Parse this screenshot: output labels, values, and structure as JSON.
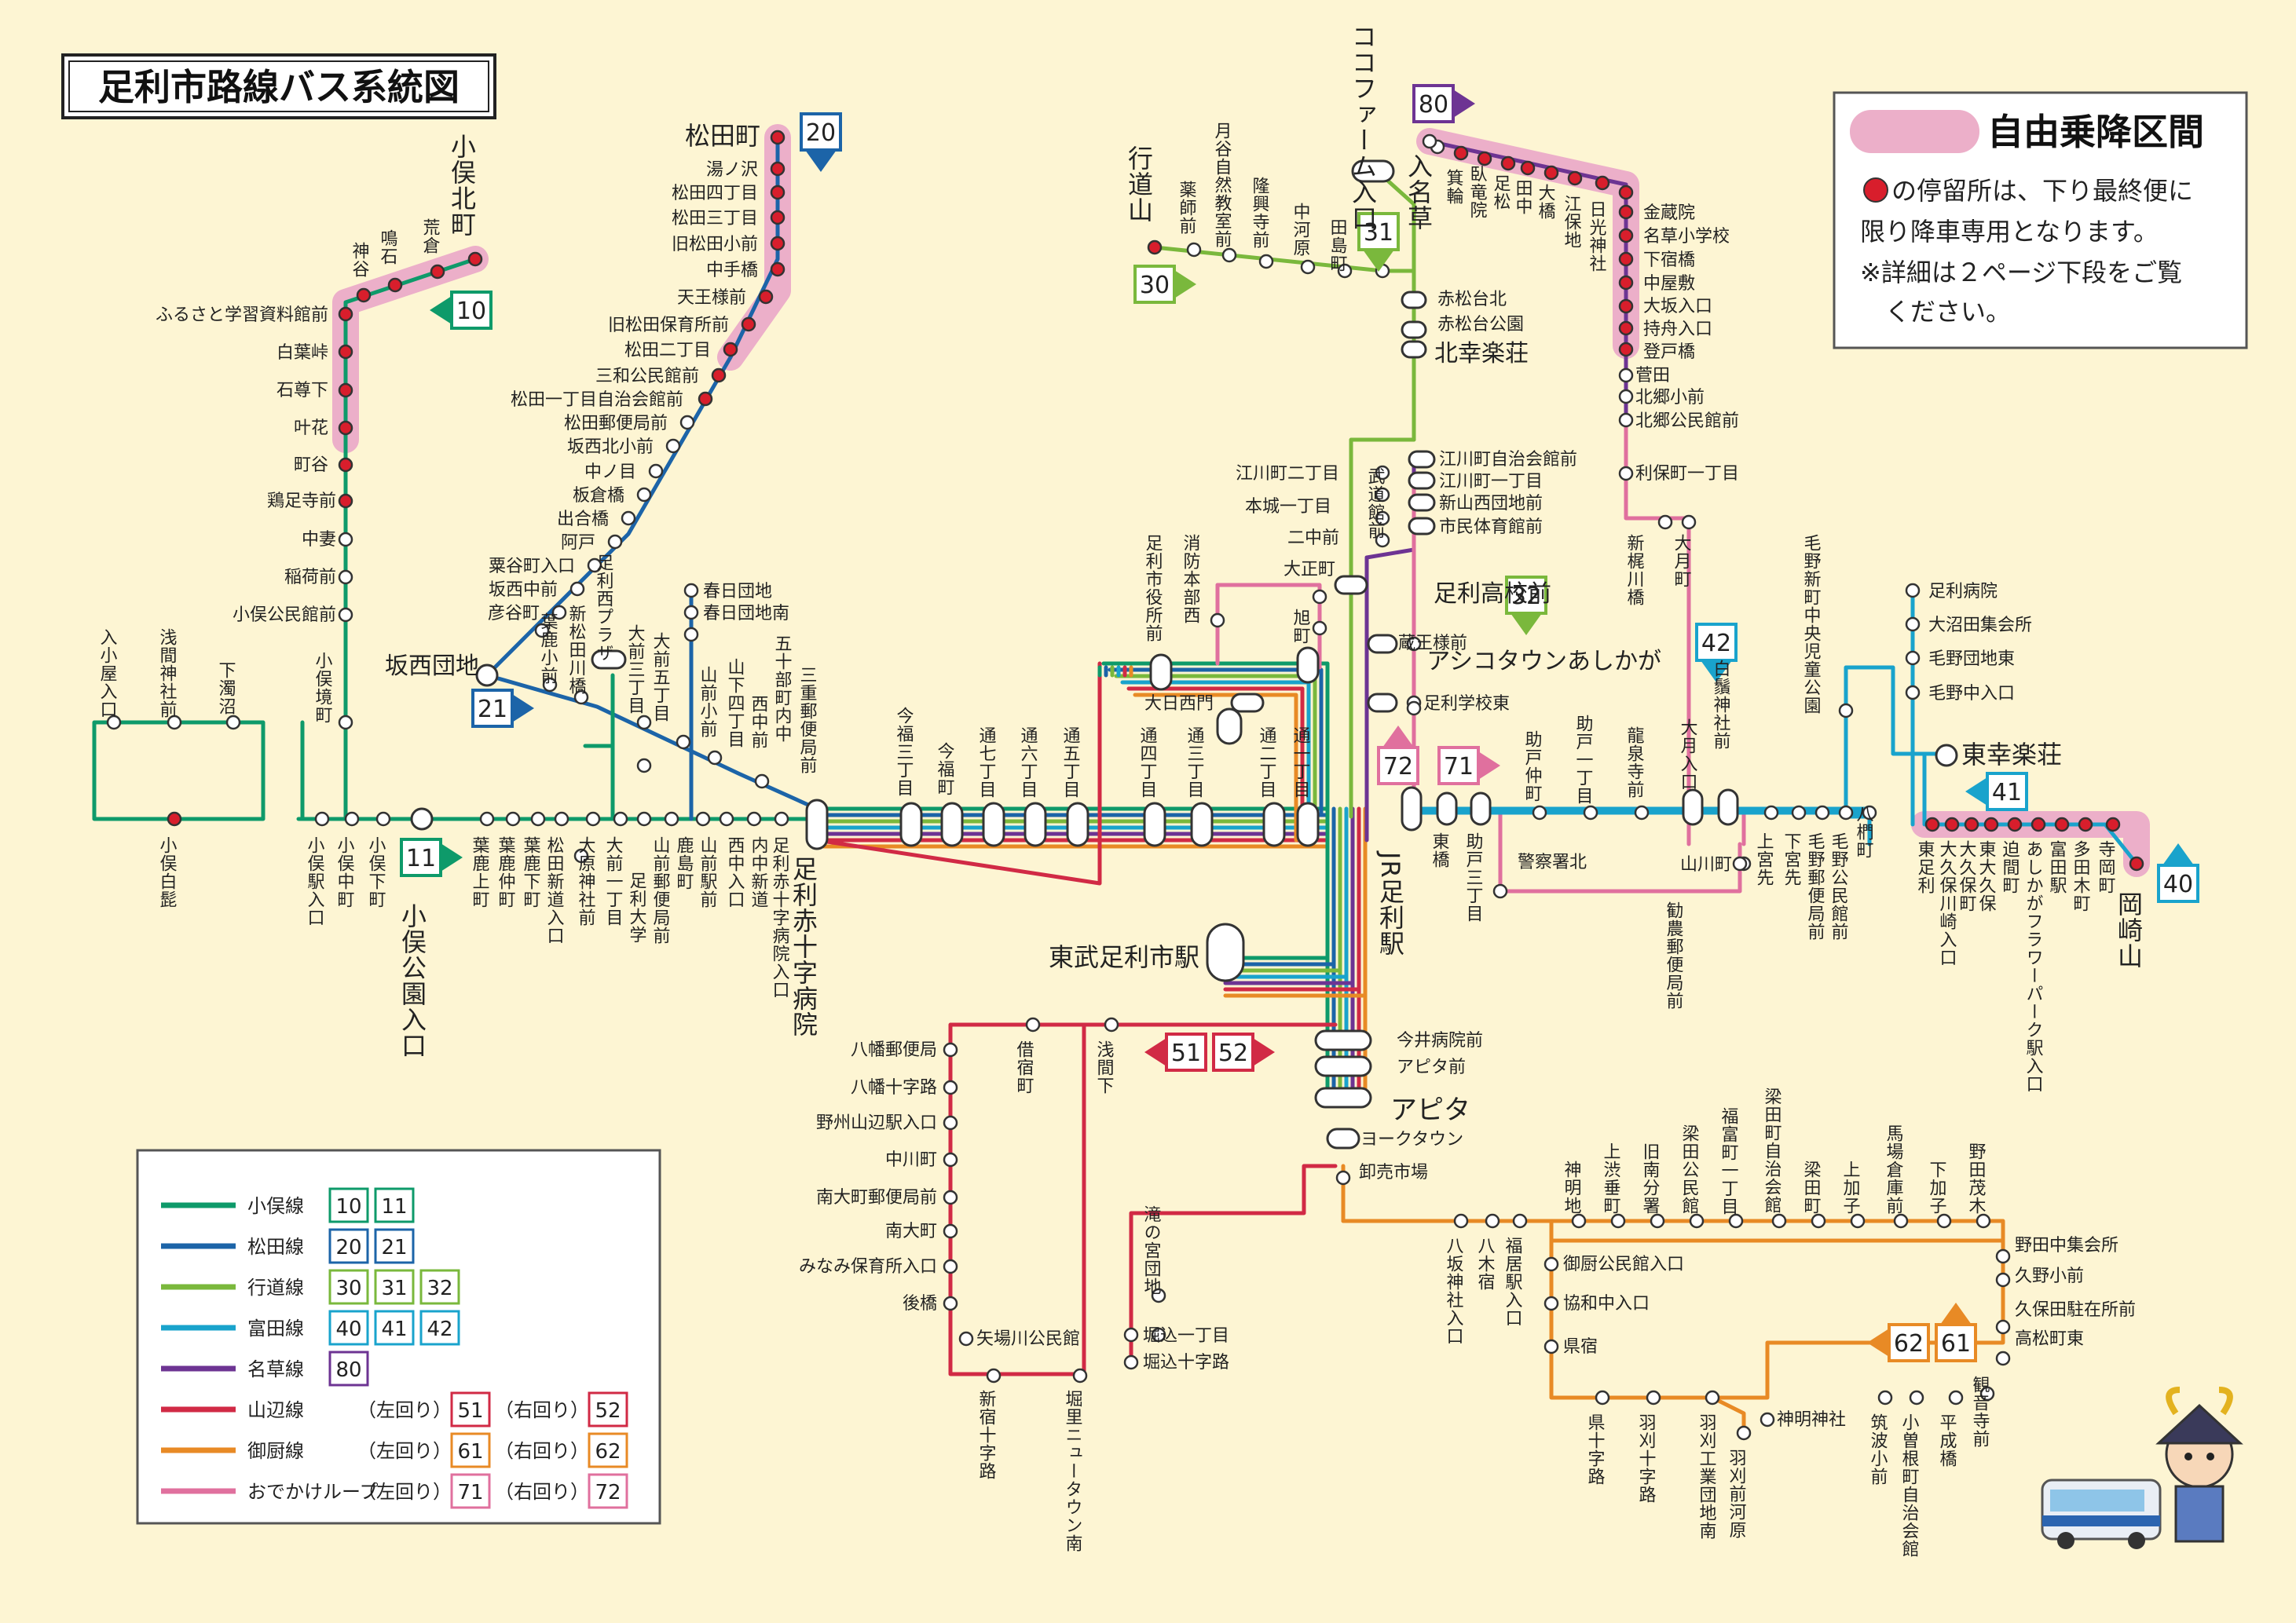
{
  "title": "足利市路線バス系統図",
  "info_box": {
    "zone_label": "自由乗降区間",
    "note1": "の停留所は、下り最終便に",
    "note2": "限り降車専用となります。",
    "note3": "※詳細は２ページ下段をご覧",
    "note4": "ください。"
  },
  "colors": {
    "komata": "#0e9a6a",
    "matsuda": "#1c64a8",
    "gyodo": "#7ab83c",
    "tomita": "#19a3cc",
    "nagusa": "#6d3493",
    "yamabe": "#d12a45",
    "mikuriya": "#e88a25",
    "odekake": "#e0709e",
    "zone": "#ecafc9",
    "red_stop": "#d81e2c"
  },
  "legend": {
    "komata": {
      "name": "小俣線",
      "routes": [
        "10",
        "11"
      ]
    },
    "matsuda": {
      "name": "松田線",
      "routes": [
        "20",
        "21"
      ]
    },
    "gyodo": {
      "name": "行道線",
      "routes": [
        "30",
        "31",
        "32"
      ]
    },
    "tomita": {
      "name": "富田線",
      "routes": [
        "40",
        "41",
        "42"
      ]
    },
    "nagusa": {
      "name": "名草線",
      "routes": [
        "80"
      ]
    },
    "yamabe": {
      "name": "山辺線",
      "dir_left": "（左回り）",
      "left": "51",
      "dir_right": "（右回り）",
      "right": "52"
    },
    "mikuriya": {
      "name": "御厨線",
      "dir_left": "（左回り）",
      "left": "61",
      "dir_right": "（右回り）",
      "right": "62"
    },
    "odekake": {
      "name": "おでかけループ",
      "dir_left": "（左回り）",
      "left": "71",
      "dir_right": "（右回り）",
      "right": "72"
    }
  },
  "routes": {
    "r10": "10",
    "r11": "11",
    "r20": "20",
    "r21": "21",
    "r30": "30",
    "r31": "31",
    "r32": "32",
    "r40": "40",
    "r41": "41",
    "r42": "42",
    "r51": "51",
    "r52": "52",
    "r61": "61",
    "r62": "62",
    "r71": "71",
    "r72": "72",
    "r80": "80"
  },
  "major": {
    "komata_kita": "小俣北町",
    "matsudacho": "松田町",
    "sakanishi": "坂西団地",
    "komata_koen": "小俣公園入口",
    "sekijuji": "足利赤十字病院",
    "gyodosan": "行道山",
    "cocofarm": "ココファーム入口",
    "nagusa": "入名草",
    "kitakorakuso": "北幸楽荘",
    "ashikaga_hs": "足利高校前",
    "ashicotown": "アシコタウンあしかが",
    "jr": "JR足利駅",
    "tobu": "東武足利市駅",
    "apita": "アピタ",
    "higashikorakuso": "東幸楽荘",
    "okazakiyama": "岡崎山"
  },
  "stops": {
    "s001": "荒倉",
    "s002": "鳴石",
    "s003": "神谷",
    "s004": "ふるさと学習資料館前",
    "s005": "白葉峠",
    "s006": "石尊下",
    "s007": "叶花",
    "s008": "町谷",
    "s009": "鶏足寺前",
    "s010": "中妻",
    "s011": "稲荷前",
    "s012": "小俣公民館前",
    "s013": "小俣境町",
    "s014": "入小屋入口",
    "s015": "浅間神社前",
    "s016": "下濁沼",
    "s017": "小俣白髭",
    "s018": "小俣駅入口",
    "s019": "小俣中町",
    "s020": "小俣下町",
    "s021": "葉鹿上町",
    "s022": "葉鹿仲町",
    "s023": "葉鹿下町",
    "s024": "松田新道入口",
    "s025": "大原神社前",
    "s026": "大前一丁目",
    "s027": "足利大学",
    "s028": "山前郵便局前",
    "s029": "鹿島町",
    "s030": "山前駅前",
    "s031": "西中入口",
    "s032": "内中新道",
    "s033": "足利赤十字病院入口",
    "s034": "湯ノ沢",
    "s035": "松田四丁目",
    "s036": "松田三丁目",
    "s037": "旧松田小前",
    "s038": "中手橋",
    "s039": "天王様前",
    "s040": "旧松田保育所前",
    "s041": "松田二丁目",
    "s042": "三和公民館前",
    "s043": "松田一丁目自治会館前",
    "s044": "松田郵便局前",
    "s045": "坂西北小前",
    "s046": "中ノ目",
    "s047": "板倉橋",
    "s048": "出合橋",
    "s049": "阿戸",
    "s050": "粟谷町入口",
    "s051": "坂西中前",
    "s052": "彦谷町",
    "s053": "足利西プラザ",
    "s054": "新松田川橋",
    "s055": "葉鹿小前",
    "s056": "大前三丁目",
    "s057": "大前五丁目",
    "s058": "春日団地",
    "s059": "春日団地南",
    "s060": "山下四丁目",
    "s061": "山前小前",
    "s062": "西中前",
    "s063": "五十部町内中",
    "s064": "三重郵便局前",
    "s065": "今福三丁目",
    "s066": "今福町",
    "s067": "通七丁目",
    "s068": "通六丁目",
    "s069": "通五丁目",
    "s070": "通四丁目",
    "s071": "通三丁目",
    "s072": "通二丁目",
    "s073": "通一丁目",
    "s074": "大日西門",
    "s075": "足利市役所前",
    "s076": "消防本部西",
    "s077": "旭町",
    "s078": "大正町",
    "s079": "薬師前",
    "s080": "月谷自然教室前",
    "s081": "隆興寺前",
    "s082": "中河原",
    "s083": "田島町",
    "s084": "赤松台北",
    "s085": "赤松台公園",
    "s086": "江川町自治会館前",
    "s087": "江川町一丁目",
    "s088": "新山西団地前",
    "s089": "市民体育館前",
    "s090": "江川町二丁目",
    "s091": "本城一丁目",
    "s092": "二中前",
    "s093": "武道館前",
    "s094": "蔵王様前",
    "s095": "足利学校東",
    "s096": "箕輪",
    "s097": "臥竜院",
    "s098": "足松",
    "s099": "田中",
    "s100": "大橋",
    "s101": "江保地",
    "s102": "日光神社",
    "s103": "金蔵院",
    "s104": "名草小学校",
    "s105": "下宿橋",
    "s106": "中屋敷",
    "s107": "大坂入口",
    "s108": "持舟入口",
    "s109": "登戸橋",
    "s110": "菅田",
    "s111": "北郷小前",
    "s112": "北郷公民館前",
    "s113": "利保町一丁目",
    "s114": "新梶川橋",
    "s115": "大月町",
    "s116": "東橋",
    "s117": "助戸三丁目",
    "s118": "助戸仲町",
    "s119": "助戸一丁目",
    "s120": "龍泉寺前",
    "s121": "大月入口",
    "s122": "白鬚神社前",
    "s123": "警察署北",
    "s124": "山川町",
    "s125": "勧農郵便局前",
    "s126": "上宮先",
    "s127": "下宮先",
    "s128": "毛野郵便局前",
    "s129": "毛野公民館前",
    "s130": "八椚町",
    "s131": "毛野新町中央児童公園",
    "s132": "足利病院",
    "s133": "大沼田集会所",
    "s134": "毛野団地東",
    "s135": "毛野中入口",
    "s136": "東足利",
    "s137": "大久保川崎入口",
    "s138": "大久保町",
    "s139": "東大久保",
    "s140": "迫間町",
    "s141": "あしかがフラワーパーク駅入口",
    "s142": "富田駅",
    "s143": "多田木町",
    "s144": "寺岡町",
    "s145": "今井病院前",
    "s146": "アピタ前",
    "s147": "ヨークタウン",
    "s148": "卸売市場",
    "s149": "借宿町",
    "s150": "浅間下",
    "s151": "八幡郵便局",
    "s152": "八幡十字路",
    "s153": "野州山辺駅入口",
    "s154": "中川町",
    "s155": "南大町郵便局前",
    "s156": "南大町",
    "s157": "みなみ保育所入口",
    "s158": "後橋",
    "s159": "矢場川公民館",
    "s160": "新宿十字路",
    "s161": "堀里ニュータウン南",
    "s162": "堀込十字路",
    "s163": "堀込一丁目",
    "s164": "滝の宮団地",
    "s165": "八坂神社入口",
    "s166": "八木宿",
    "s167": "福居駅入口",
    "s168": "御厨公民館入口",
    "s169": "協和中入口",
    "s170": "県宿",
    "s171": "県十字路",
    "s172": "羽刈十字路",
    "s173": "羽刈工業団地南",
    "s174": "羽刈前河原",
    "s175": "神明神社",
    "s176": "筑波小前",
    "s177": "小曽根町自治会館",
    "s178": "平成橋",
    "s179": "観音寺前",
    "s180": "高松町東",
    "s181": "久保田駐在所前",
    "s182": "久野小前",
    "s183": "野田中集会所",
    "s184": "神明地",
    "s185": "上渋垂町",
    "s186": "旧南分署",
    "s187": "梁田公民館",
    "s188": "福富町一丁目",
    "s189": "梁田町自治会館",
    "s190": "梁田町",
    "s191": "上加子",
    "s192": "馬場倉庫前",
    "s193": "下加子",
    "s194": "野田茂木"
  }
}
